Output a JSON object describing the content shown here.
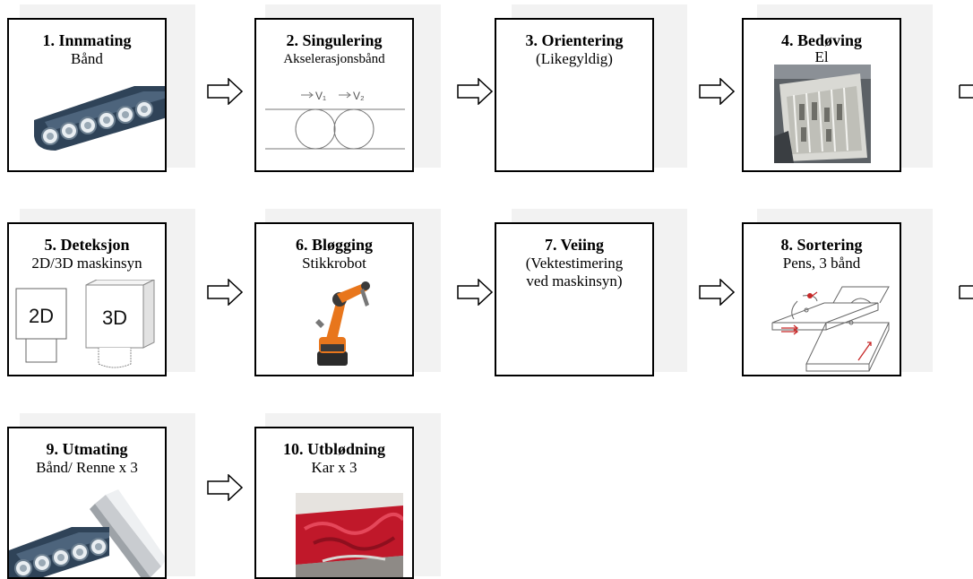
{
  "steps": [
    {
      "id": "1",
      "title": "1. Innmating",
      "subtitle": "Bånd"
    },
    {
      "id": "2",
      "title": "2. Singulering",
      "subtitle": "Akselerasjonsbånd",
      "v1": "V₁",
      "v2": "V₂"
    },
    {
      "id": "3",
      "title": "3. Orientering",
      "subtitle": "(Likegyldig)"
    },
    {
      "id": "4",
      "title": "4. Bedøving",
      "subtitle": "El"
    },
    {
      "id": "5",
      "title": "5. Deteksjon",
      "subtitle": "2D/3D maskinsyn",
      "label_2d": "2D",
      "label_3d": "3D"
    },
    {
      "id": "6",
      "title": "6. Bløgging",
      "subtitle": "Stikkrobot"
    },
    {
      "id": "7",
      "title": "7. Veiing",
      "subtitle_line1": "(Vektestimering",
      "subtitle_line2": "ved maskinsyn)"
    },
    {
      "id": "8",
      "title": "8. Sortering",
      "subtitle": "Pens, 3 bånd"
    },
    {
      "id": "9",
      "title": "9. Utmating",
      "subtitle": "Bånd/ Renne x 3"
    },
    {
      "id": "10",
      "title": "10. Utblødning",
      "subtitle": "Kar x 3"
    }
  ],
  "icons": {
    "arrow": "right-outline-arrow",
    "conveyor": "conveyor-belt-icon",
    "camera": "camera-box-icon",
    "robot": "industrial-robot-icon"
  },
  "colors": {
    "border": "#000000",
    "belt": "#2f4358",
    "robot": "#e8761c",
    "blood": "#c0182a"
  }
}
